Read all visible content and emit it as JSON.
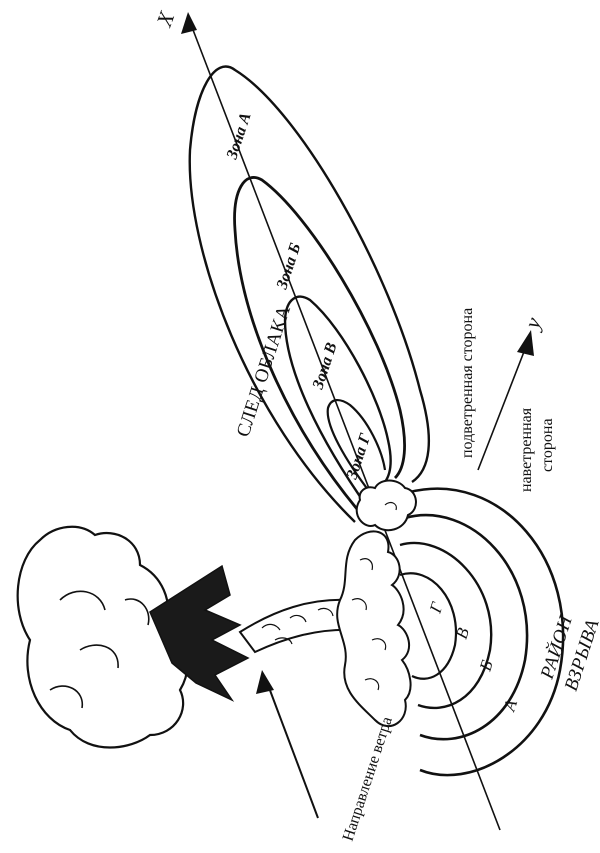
{
  "axes": {
    "x": "X",
    "y": "y"
  },
  "trace_title": "СЛЕД ОБЛАКА",
  "zones": [
    "Зона А",
    "Зона Б",
    "Зона В",
    "Зона Г"
  ],
  "explosion_area": [
    "РАЙОН",
    "ВЗРЫВА"
  ],
  "rings": [
    "А",
    "Б",
    "В",
    "Г"
  ],
  "leeward": "подветренная сторона",
  "windward": [
    "наветренная",
    "сторона"
  ],
  "wind_direction": "Направление ветра"
}
